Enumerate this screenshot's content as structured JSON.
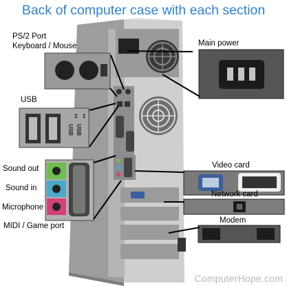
{
  "title": "Back of computer case with each section",
  "labels": {
    "ps2": "PS/2 Port\nKeyboard / Mouse",
    "main_power": "Main power",
    "usb": "USB",
    "sound_out": "Sound out",
    "sound_in": "Sound in",
    "microphone": "Microphone",
    "midi": "MIDI / Game port",
    "video": "Video card",
    "network": "Network card",
    "modem": "Modem"
  },
  "inset_text": {
    "usb_upper": "USB",
    "usb_upper_num": "1",
    "usb_lower": "USB",
    "usb_lower_num": "2"
  },
  "watermark": "ComputerHope.com",
  "colors": {
    "title": "#2f83d6",
    "sound_out": "#6fbf4f",
    "sound_in": "#4aa9c8",
    "microphone": "#d3417a",
    "case": "#bcbcbc"
  }
}
